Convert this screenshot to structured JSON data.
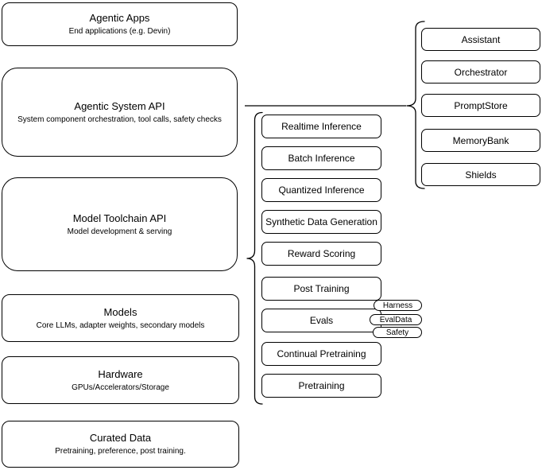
{
  "diagram": {
    "colors": {
      "stroke": "#000000",
      "fill": "#ffffff",
      "text": "#000000"
    },
    "left_stack": [
      {
        "title": "Agentic Apps",
        "subtitle": "End applications (e.g. Devin)"
      },
      {
        "title": "Agentic System API",
        "subtitle": "System component orchestration, tool calls, safety checks"
      },
      {
        "title": "Model Toolchain API",
        "subtitle": "Model development & serving"
      },
      {
        "title": "Models",
        "subtitle": "Core LLMs, adapter weights, secondary models"
      },
      {
        "title": "Hardware",
        "subtitle": "GPUs/Accelerators/Storage"
      },
      {
        "title": "Curated Data",
        "subtitle": "Pretraining, preference, post training."
      }
    ],
    "toolchain_items": [
      "Realtime Inference",
      "Batch Inference",
      "Quantized Inference",
      "Synthetic Data Generation",
      "Reward Scoring",
      "Post Training",
      "Evals",
      "Continual Pretraining",
      "Pretraining"
    ],
    "evals_tags": [
      "Harness",
      "EvalData",
      "Safety"
    ],
    "system_components": [
      "Assistant",
      "Orchestrator",
      "PromptStore",
      "MemoryBank",
      "Shields"
    ]
  }
}
